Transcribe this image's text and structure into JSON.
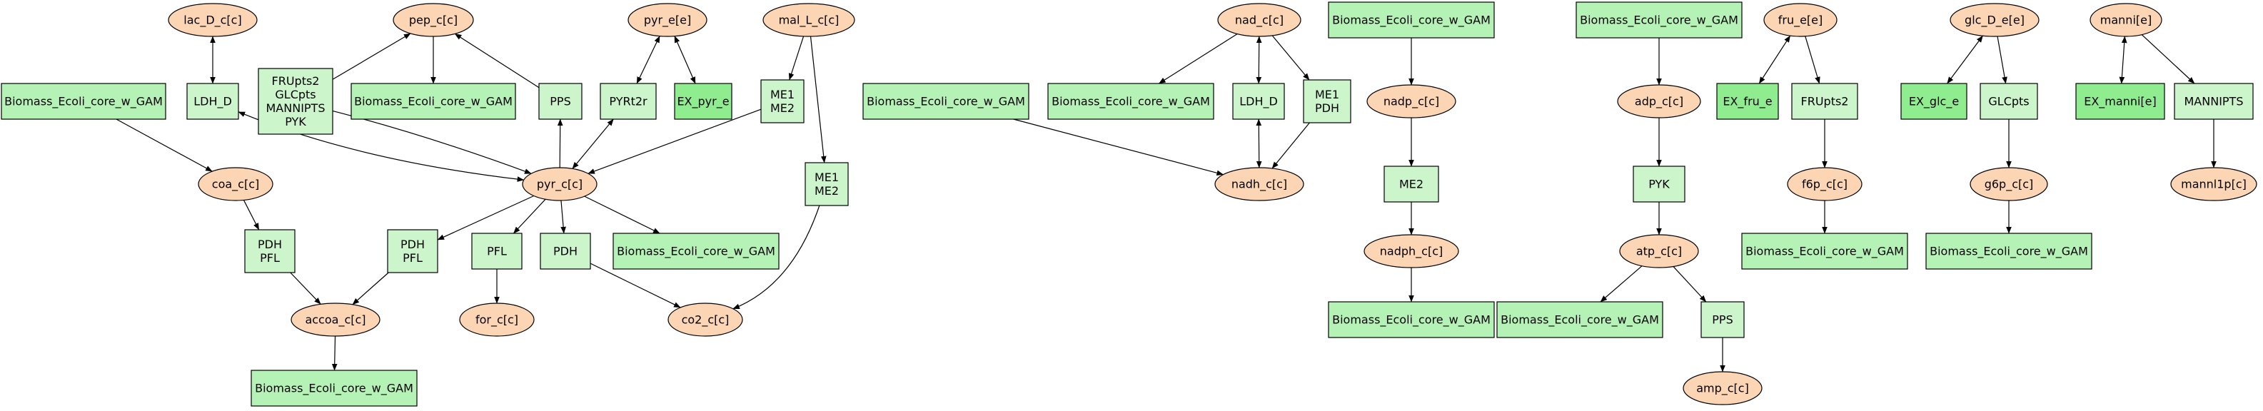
{
  "colors": {
    "metabolite_fill": "#fcd5b5",
    "reaction_fill": "#ccf5cc",
    "biomass_fill": "#b5f2b5",
    "exchange_fill": "#8fec8f",
    "stroke": "#000000"
  },
  "nodes": {
    "lac_D_c": "lac_D_c[c]",
    "pep_c": "pep_c[c]",
    "pyr_e": "pyr_e[e]",
    "mal_L_c": "mal_L_c[c]",
    "biomass_a": "Biomass_Ecoli_core_w_GAM",
    "ldh_d_a": "LDH_D",
    "multi_transport": [
      "FRUpts2",
      "GLCpts",
      "MANNIPTS",
      "PYK"
    ],
    "biomass_b": "Biomass_Ecoli_core_w_GAM",
    "pps_a": "PPS",
    "pyrt2r": "PYRt2r",
    "ex_pyr_e": "EX_pyr_e",
    "me_a": [
      "ME1",
      "ME2"
    ],
    "coa_c": "coa_c[c]",
    "pyr_c": "pyr_c[c]",
    "me_b": [
      "ME1",
      "ME2"
    ],
    "pdh_pfl_a": [
      "PDH",
      "PFL"
    ],
    "pdh_pfl_b": [
      "PDH",
      "PFL"
    ],
    "pfl": "PFL",
    "pdh": "PDH",
    "biomass_c": "Biomass_Ecoli_core_w_GAM",
    "accoa_c": "accoa_c[c]",
    "for_c": "for_c[c]",
    "co2_c": "co2_c[c]",
    "biomass_d": "Biomass_Ecoli_core_w_GAM",
    "nad_c": "nad_c[c]",
    "biomass_e": "Biomass_Ecoli_core_w_GAM",
    "biomass_f": "Biomass_Ecoli_core_w_GAM",
    "ldh_d_b": "LDH_D",
    "me1_pdh": [
      "ME1",
      "PDH"
    ],
    "nadh_c": "nadh_c[c]",
    "biomass_g": "Biomass_Ecoli_core_w_GAM",
    "nadp_c": "nadp_c[c]",
    "me2": "ME2",
    "nadph_c": "nadph_c[c]",
    "biomass_h": "Biomass_Ecoli_core_w_GAM",
    "biomass_i": "Biomass_Ecoli_core_w_GAM",
    "adp_c": "adp_c[c]",
    "pyk": "PYK",
    "atp_c": "atp_c[c]",
    "biomass_j": "Biomass_Ecoli_core_w_GAM",
    "pps_b": "PPS",
    "amp_c": "amp_c[c]",
    "fru_e": "fru_e[e]",
    "ex_fru_e": "EX_fru_e",
    "frupts2": "FRUpts2",
    "f6p_c": "f6p_c[c]",
    "biomass_k": "Biomass_Ecoli_core_w_GAM",
    "glc_D_e": "glc_D_e[e]",
    "ex_glc_e": "EX_glc_e",
    "glcpts": "GLCpts",
    "g6p_c": "g6p_c[c]",
    "biomass_l": "Biomass_Ecoli_core_w_GAM",
    "manni_e": "manni[e]",
    "ex_manni_e": "EX_manni[e]",
    "mannipts": "MANNIPTS",
    "mnl1p_c": "mannl1p[c]"
  }
}
